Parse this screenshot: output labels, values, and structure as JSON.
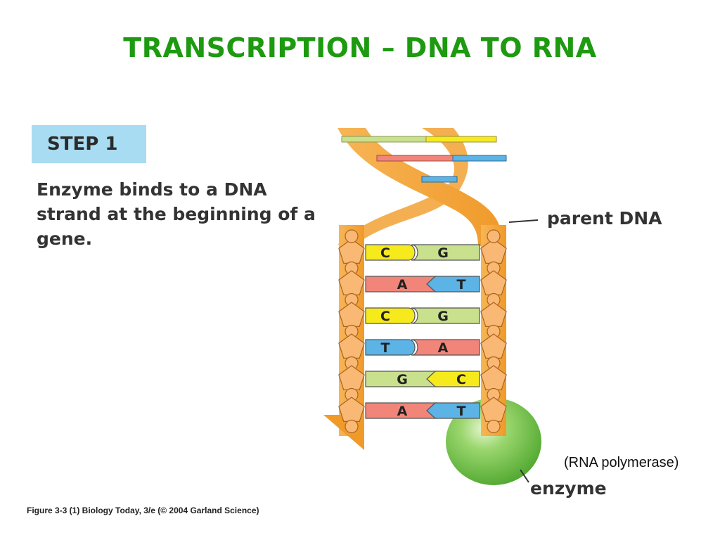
{
  "title": "TRANSCRIPTION – DNA TO RNA",
  "step": {
    "label": "STEP 1",
    "description": "Enzyme binds to a DNA strand at the beginning of a gene."
  },
  "labels": {
    "parent_dna": "parent DNA",
    "enzyme": "enzyme",
    "rna_polymerase": "(RNA polymerase)"
  },
  "base_pairs": [
    {
      "left": "C",
      "right": "G"
    },
    {
      "left": "A",
      "right": "T"
    },
    {
      "left": "C",
      "right": "G"
    },
    {
      "left": "T",
      "right": "A"
    },
    {
      "left": "G",
      "right": "C"
    },
    {
      "left": "A",
      "right": "T"
    }
  ],
  "base_colors": {
    "C": "#f6ea1d",
    "G": "#c9e08d",
    "A": "#f2857a",
    "T": "#5bb3e6"
  },
  "colors": {
    "title": "#1d9a10",
    "step_box": "#a8dcf2",
    "backbone": "#f5a63c",
    "enzyme": "#6cc04a"
  },
  "caption": "Figure 3-3 (1)  Biology Today, 3/e (© 2004 Garland Science)"
}
